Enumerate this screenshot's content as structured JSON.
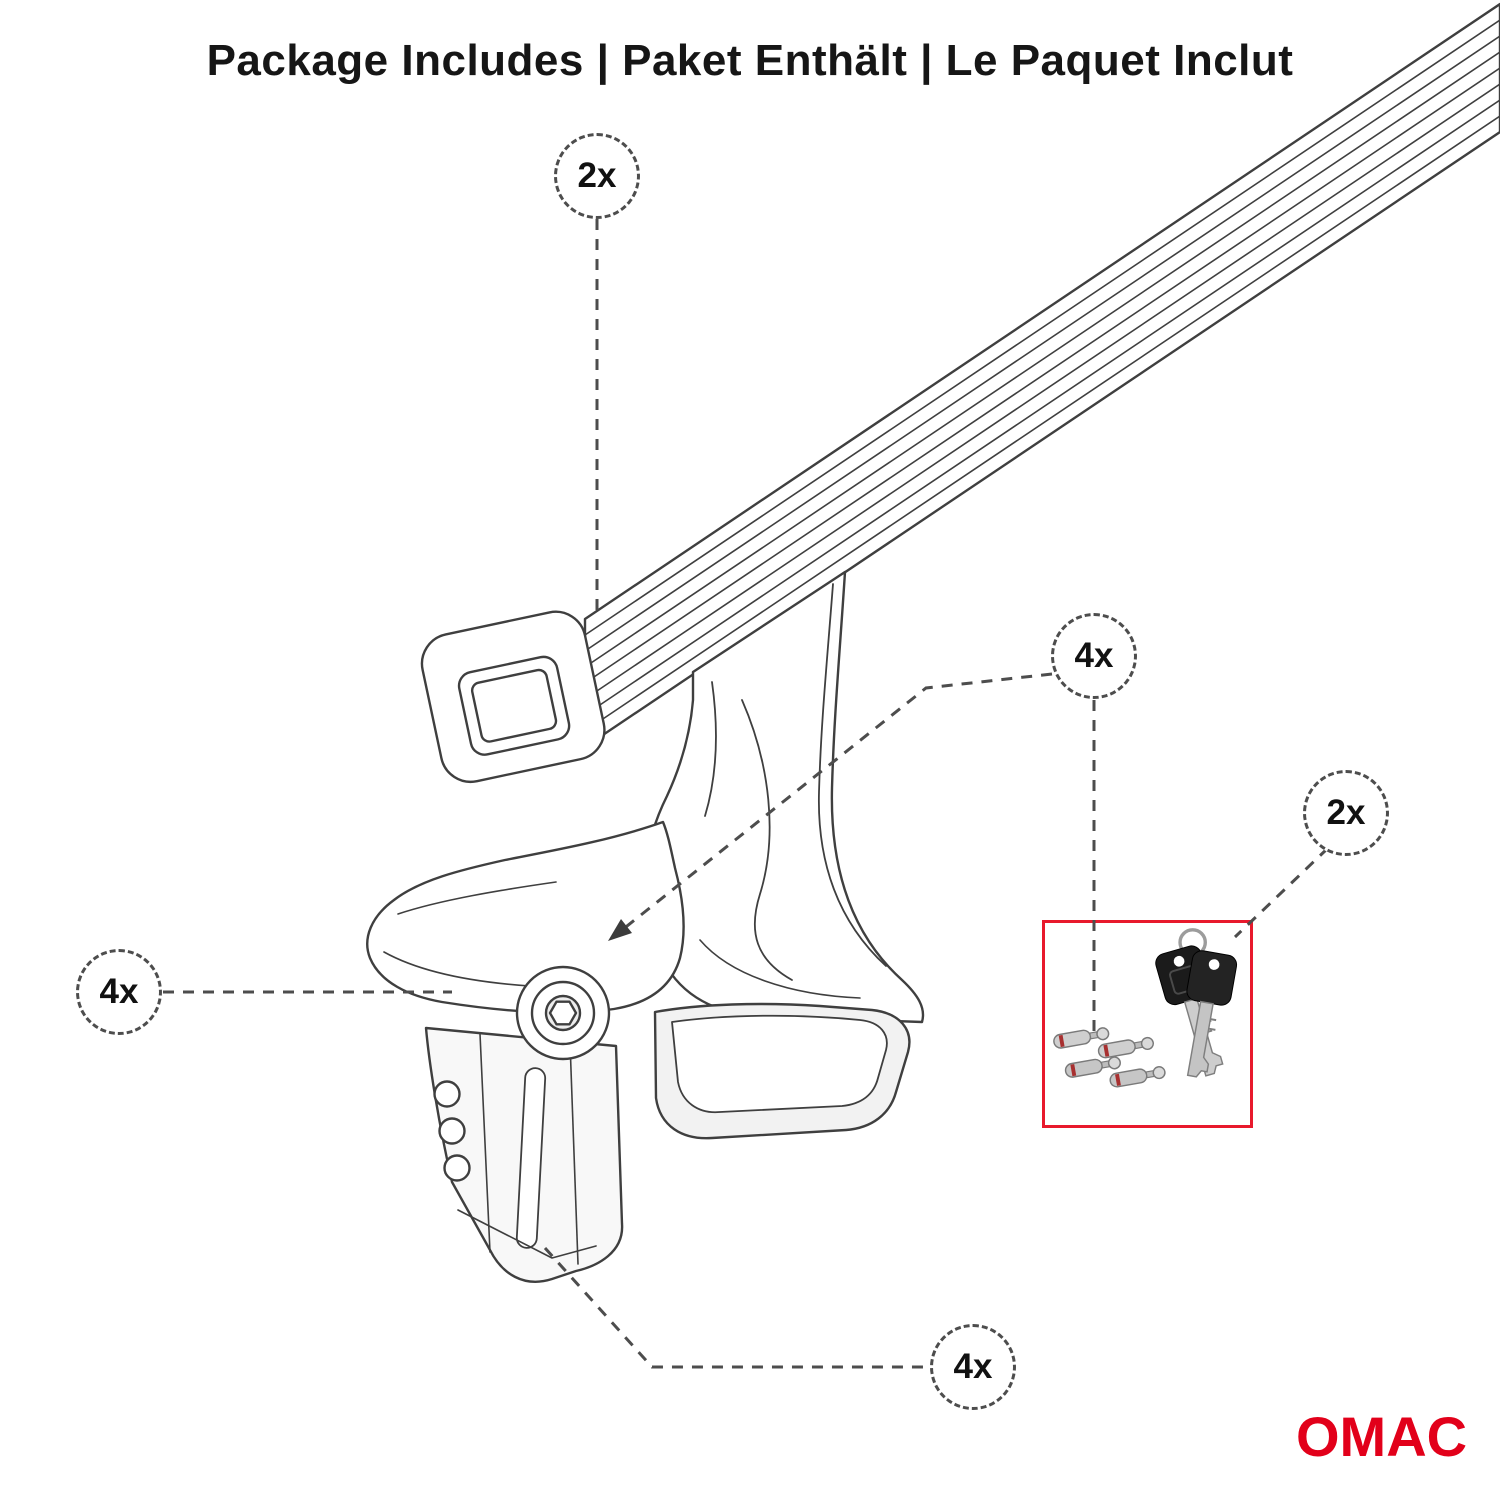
{
  "title": "Package Includes | Paket Enthält | Le Paquet Inclut",
  "callouts": [
    {
      "part": "crossbar",
      "label": "2x"
    },
    {
      "part": "mounting-foot",
      "label": "4x"
    },
    {
      "part": "lock-cylinders",
      "label": "4x"
    },
    {
      "part": "keys",
      "label": "2x"
    },
    {
      "part": "clamp-bracket",
      "label": "4x"
    }
  ],
  "hardware_box": {
    "items": [
      {
        "icon": "lock-cylinder-icon"
      },
      {
        "icon": "key-icon"
      }
    ]
  },
  "brand": {
    "logo_text": "OMAC"
  },
  "colors": {
    "brand_red": "#e2001a",
    "hardware_box_border": "#e8192c",
    "drawing_outline": "#3f3f3f",
    "leader_dash": "#4d4d4d"
  }
}
